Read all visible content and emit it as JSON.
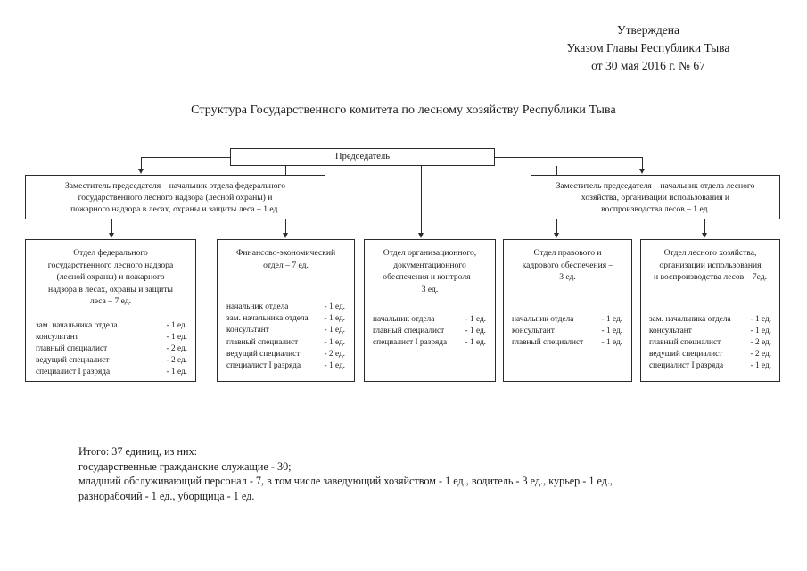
{
  "document": {
    "approval": {
      "line1": "Утверждена",
      "line2": "Указом Главы Республики Тыва",
      "line3": "от 30 мая 2016 г. № 67"
    },
    "title": "Структура Государственного комитета по  лесному хозяйству Республики Тыва"
  },
  "chart": {
    "root": {
      "label": "Председатель"
    },
    "deputies": [
      {
        "id": "deputy-left",
        "lines": [
          "Заместитель председателя – начальник отдела федерального",
          "государственного лесного надзора (лесной охраны) и",
          "пожарного надзора в лесах, охраны и защиты леса – 1 ед."
        ]
      },
      {
        "id": "deputy-right",
        "lines": [
          "Заместитель председателя – начальник  отдела лесного",
          "хозяйства, организации использования и",
          "воспроизводства лесов – 1 ед."
        ]
      }
    ],
    "departments": [
      {
        "id": "dept-1",
        "title_lines": [
          "Отдел федерального",
          "государственного  лесного надзора",
          "(лесной охраны) и пожарного",
          "надзора в лесах, охраны и защиты",
          "леса – 7 ед."
        ],
        "staff": [
          {
            "role": "зам. начальника отдела",
            "count": "- 1 ед."
          },
          {
            "role": "консультант",
            "count": "- 1 ед."
          },
          {
            "role": "главный специалист",
            "count": "- 2 ед."
          },
          {
            "role": "ведущий специалист",
            "count": "- 2 ед."
          },
          {
            "role": "специалист I разряда",
            "count": "- 1 ед."
          }
        ]
      },
      {
        "id": "dept-2",
        "title_lines": [
          "Финансово-экономический",
          "отдел – 7 ед."
        ],
        "staff": [
          {
            "role": "начальник отдела",
            "count": "- 1 ед."
          },
          {
            "role": "зам. начальника отдела",
            "count": "- 1 ед."
          },
          {
            "role": "консультант",
            "count": "- 1 ед."
          },
          {
            "role": "главный специалист",
            "count": "- 1 ед."
          },
          {
            "role": "ведущий специалист",
            "count": "- 2 ед."
          },
          {
            "role": "специалист I разряда",
            "count": "- 1 ед."
          }
        ]
      },
      {
        "id": "dept-3",
        "title_lines": [
          "Отдел организационного,",
          "документационного",
          "обеспечения и контроля –",
          "3 ед."
        ],
        "staff": [
          {
            "role": "начальник отдела",
            "count": "- 1 ед."
          },
          {
            "role": "главный специалист",
            "count": "- 1 ед."
          },
          {
            "role": "специалист I разряда",
            "count": "- 1 ед."
          }
        ]
      },
      {
        "id": "dept-4",
        "title_lines": [
          "Отдел правового и",
          "кадрового обеспечения –",
          "3 ед."
        ],
        "staff": [
          {
            "role": "начальник отдела",
            "count": "- 1 ед."
          },
          {
            "role": "консультант",
            "count": "- 1 ед."
          },
          {
            "role": "главный специалист",
            "count": "- 1 ед."
          }
        ]
      },
      {
        "id": "dept-5",
        "title_lines": [
          "Отдел лесного хозяйства,",
          "организации использования",
          "и воспроизводства лесов – 7ед."
        ],
        "staff": [
          {
            "role": "зам. начальника отдела",
            "count": "- 1 ед."
          },
          {
            "role": "консультант",
            "count": "- 1 ед."
          },
          {
            "role": "главный  специалист",
            "count": "- 2 ед."
          },
          {
            "role": "ведущий специалист",
            "count": "- 2 ед."
          },
          {
            "role": "специалист I разряда",
            "count": "- 1 ед."
          }
        ]
      }
    ]
  },
  "summary": {
    "line1": "Итого: 37 единиц, из них:",
    "line2": "государственные гражданские служащие - 30;",
    "line3": "младший обслуживающий персонал - 7, в том числе заведующий хозяйством - 1 ед., водитель - 3 ед., курьер - 1 ед.,",
    "line4": "разнорабочий - 1 ед., уборщица - 1 ед."
  }
}
